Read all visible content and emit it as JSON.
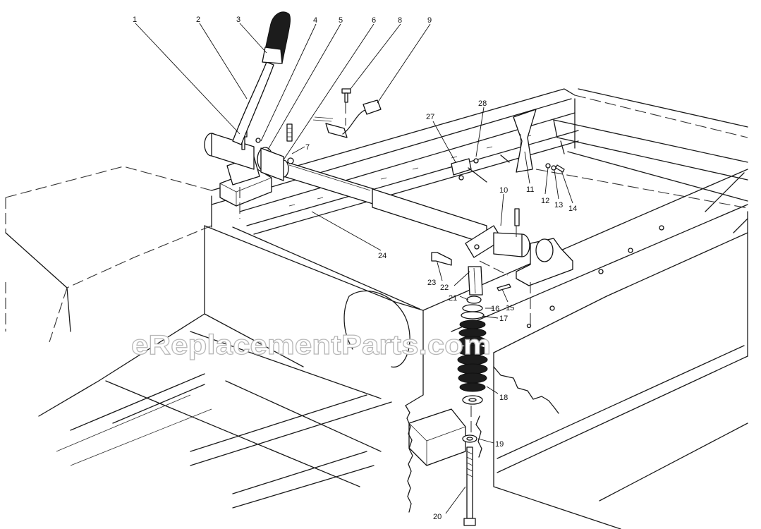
{
  "watermark": "eReplacementParts.com",
  "callouts": {
    "c1": "1",
    "c2": "2",
    "c3": "3",
    "c4": "4",
    "c5": "5",
    "c6": "6",
    "c7": "7",
    "c8": "8",
    "c9": "9",
    "c10": "10",
    "c11": "11",
    "c12": "12",
    "c13": "13",
    "c14": "14",
    "c15": "15",
    "c16": "16",
    "c17": "17",
    "c18": "18",
    "c19": "19",
    "c20": "20",
    "c21": "21",
    "c22": "22",
    "c23": "23",
    "c24": "24",
    "c27": "27",
    "c28": "28"
  }
}
